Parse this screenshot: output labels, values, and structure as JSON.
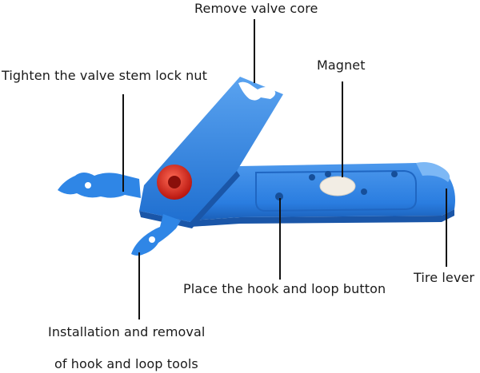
{
  "labels": {
    "remove_valve_core": "Remove valve core",
    "tighten_lock_nut": "Tighten the valve stem lock nut",
    "magnet": "Magnet",
    "place_hook_loop_button": "Place the hook and loop button",
    "tire_lever": "Tire lever",
    "install_remove_line1": "Installation and removal",
    "install_remove_line2": "of hook and loop tools"
  },
  "colors": {
    "tool_blue": "#2a7de0",
    "tool_blue_dark": "#1a5fb8",
    "tool_blue_light": "#5aa3f0",
    "screw_red": "#d9251c",
    "magnet_white": "#f2ede4",
    "leader_line": "#111111"
  }
}
